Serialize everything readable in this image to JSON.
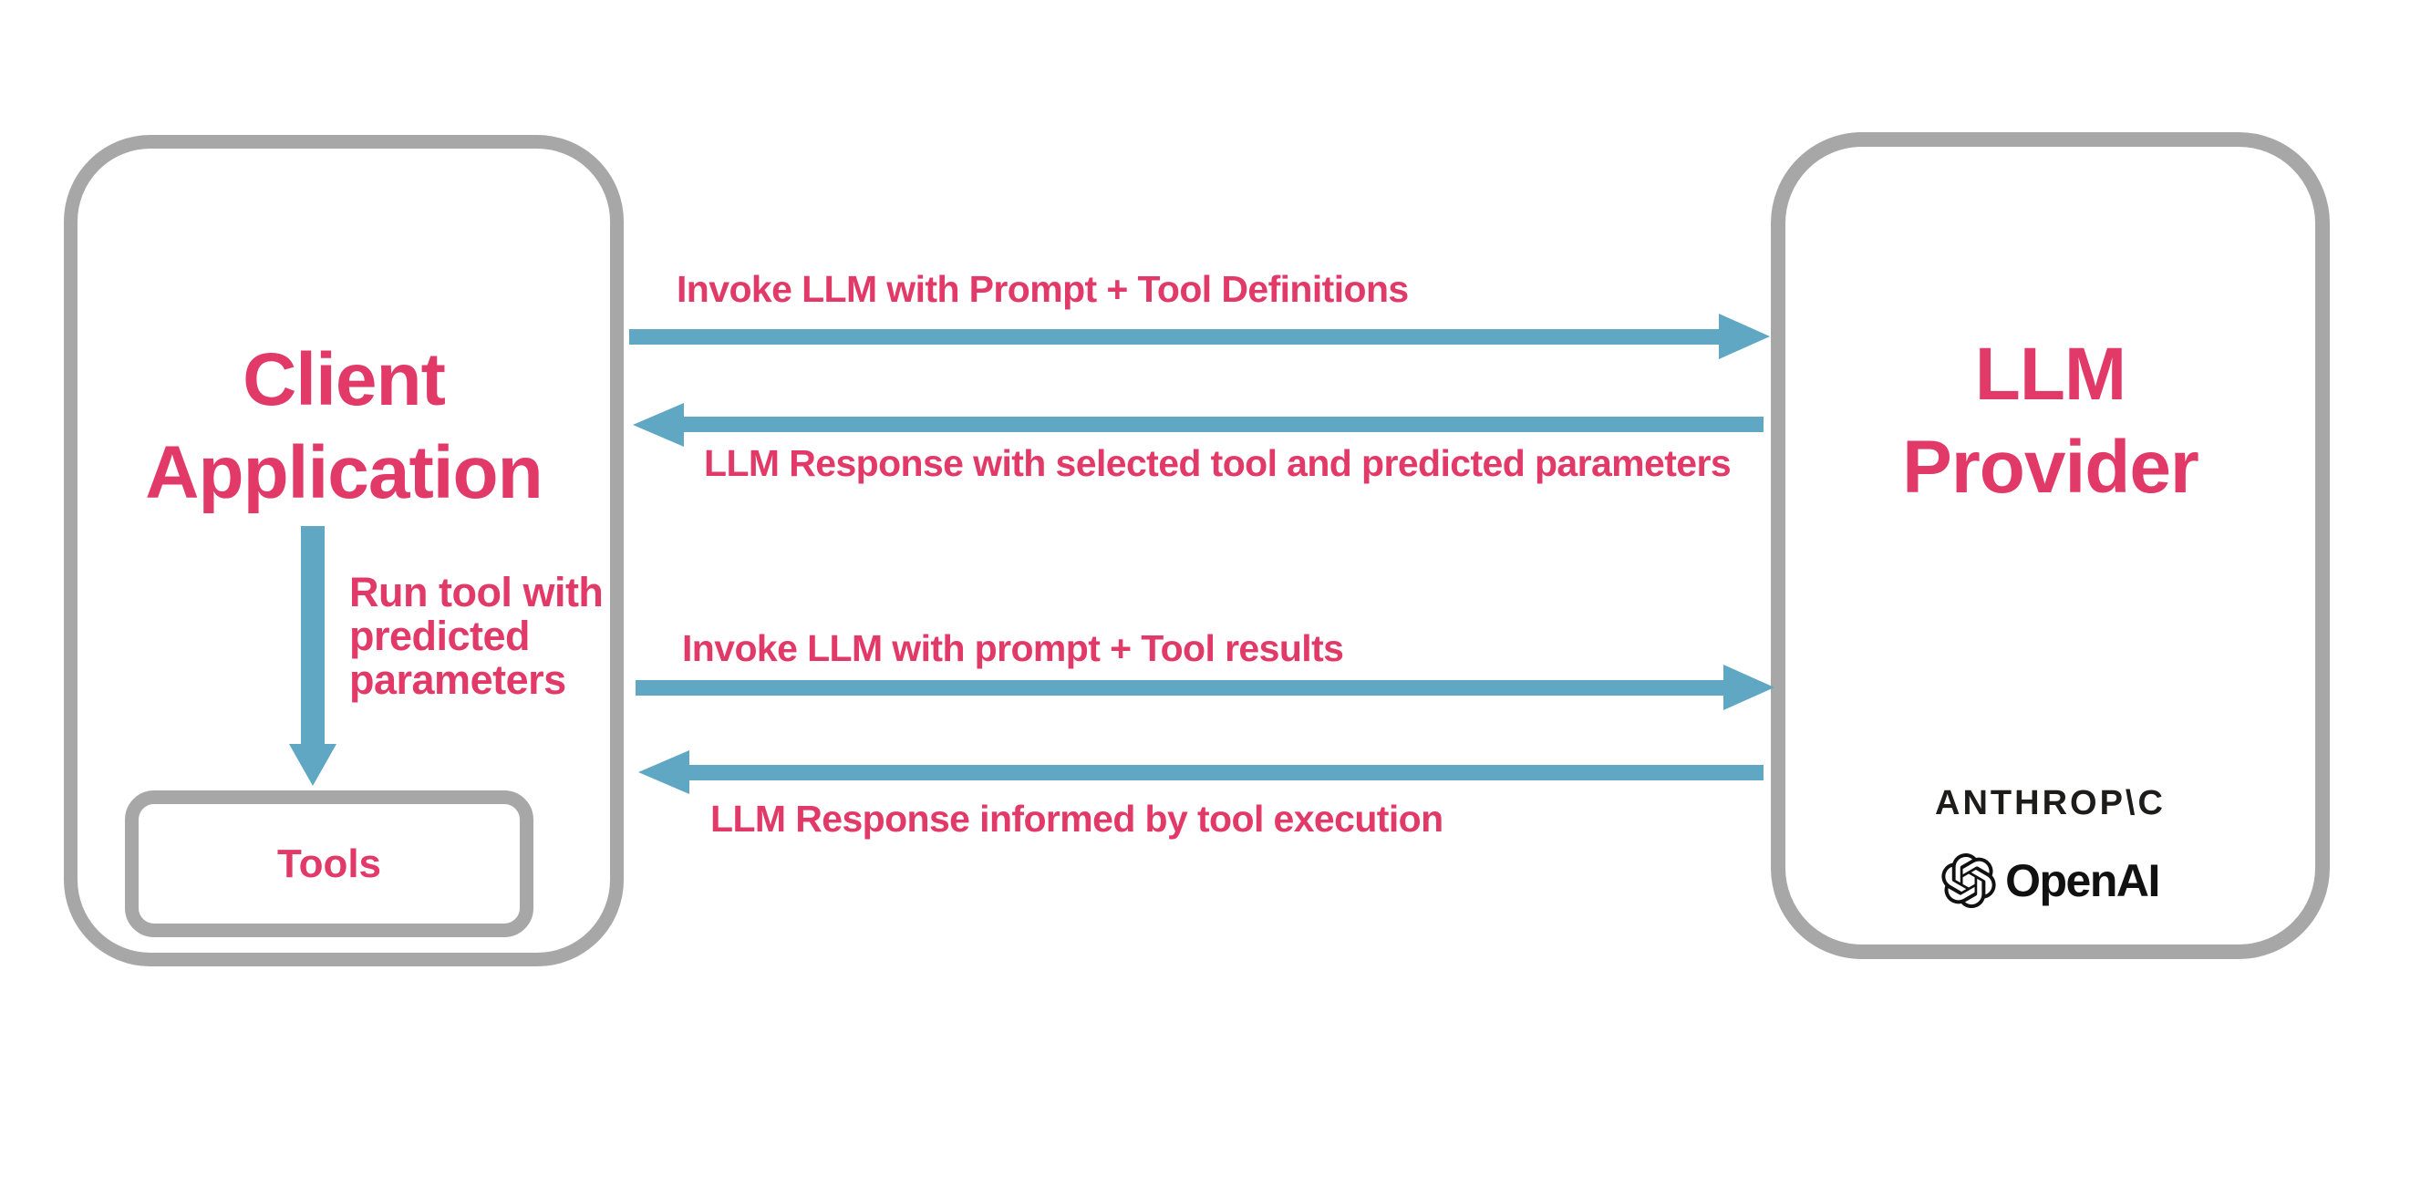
{
  "colors": {
    "accent_pink": "#E23A68",
    "arrow_blue": "#5FA7C2",
    "border_gray": "#A7A7A7",
    "logo_black": "#1E1C1A",
    "canvas_bg": "#FFFFFF"
  },
  "client_box": {
    "title_line1": "Client",
    "title_line2": "Application",
    "run_tool_label_lines": [
      "Run tool with",
      "predicted",
      "parameters"
    ],
    "tools_label": "Tools"
  },
  "provider_box": {
    "title_line1": "LLM",
    "title_line2": "Provider",
    "anthropic_text": "ANTHROP\\C",
    "openai_text": "OpenAI",
    "openai_icon": "openai-blossom-icon"
  },
  "messages": [
    {
      "direction": "right",
      "label": "Invoke LLM with Prompt + Tool Definitions"
    },
    {
      "direction": "left",
      "label": "LLM Response with selected tool and predicted parameters"
    },
    {
      "direction": "right",
      "label": "Invoke LLM with prompt + Tool results"
    },
    {
      "direction": "left",
      "label": "LLM Response informed by tool execution"
    }
  ]
}
